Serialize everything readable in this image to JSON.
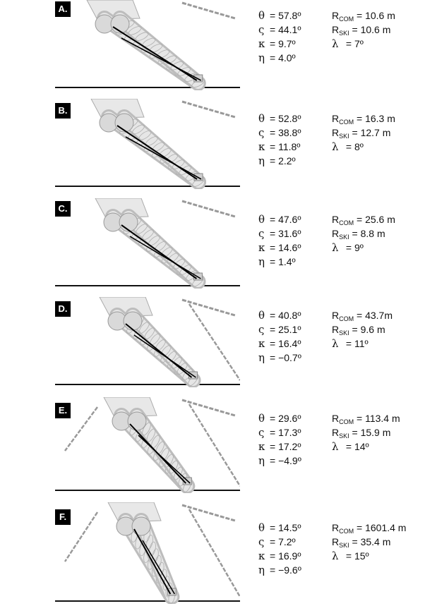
{
  "panels": [
    {
      "label": "A.",
      "theta": "= 57.8º",
      "zeta": "= 44.1º",
      "kappa": "= 9.7º",
      "eta": "= 4.0º",
      "rcom": "= 10.6 m",
      "rski": "= 10.6 m",
      "lambda": "= 7º"
    },
    {
      "label": "B.",
      "theta": "= 52.8º",
      "zeta": "= 38.8º",
      "kappa": "= 11.8º",
      "eta": "= 2.2º",
      "rcom": "= 16.3 m",
      "rski": "= 12.7 m",
      "lambda": "= 8º"
    },
    {
      "label": "C.",
      "theta": "= 47.6º",
      "zeta": "= 31.6º",
      "kappa": "= 14.6º",
      "eta": "= 1.4º",
      "rcom": "= 25.6 m",
      "rski": "= 8.8 m",
      "lambda": "= 9º"
    },
    {
      "label": "D.",
      "theta": "= 40.8º",
      "zeta": "= 25.1º",
      "kappa": "= 16.4º",
      "eta": "= −0.7º",
      "rcom": "= 43.7m",
      "rski": "= 9.6 m",
      "lambda": "= 11º"
    },
    {
      "label": "E.",
      "theta": "= 29.6º",
      "zeta": "= 17.3º",
      "kappa": "= 17.2º",
      "eta": "= −4.9º",
      "rcom": "= 113.4 m",
      "rski": "= 15.9 m",
      "lambda": "= 14º"
    },
    {
      "label": "F.",
      "theta": "= 14.5º",
      "zeta": "= 7.2º",
      "kappa": "= 16.9º",
      "eta": "= −9.6º",
      "rcom": "= 1601.4 m",
      "rski": "= 35.4 m",
      "lambda": "= 15º"
    }
  ],
  "symbols": {
    "theta": "θ",
    "zeta": "ς",
    "kappa": "κ",
    "eta": "η",
    "r": "R",
    "lambda": "λ",
    "com_sub": "COM",
    "ski_sub": "SKI"
  }
}
